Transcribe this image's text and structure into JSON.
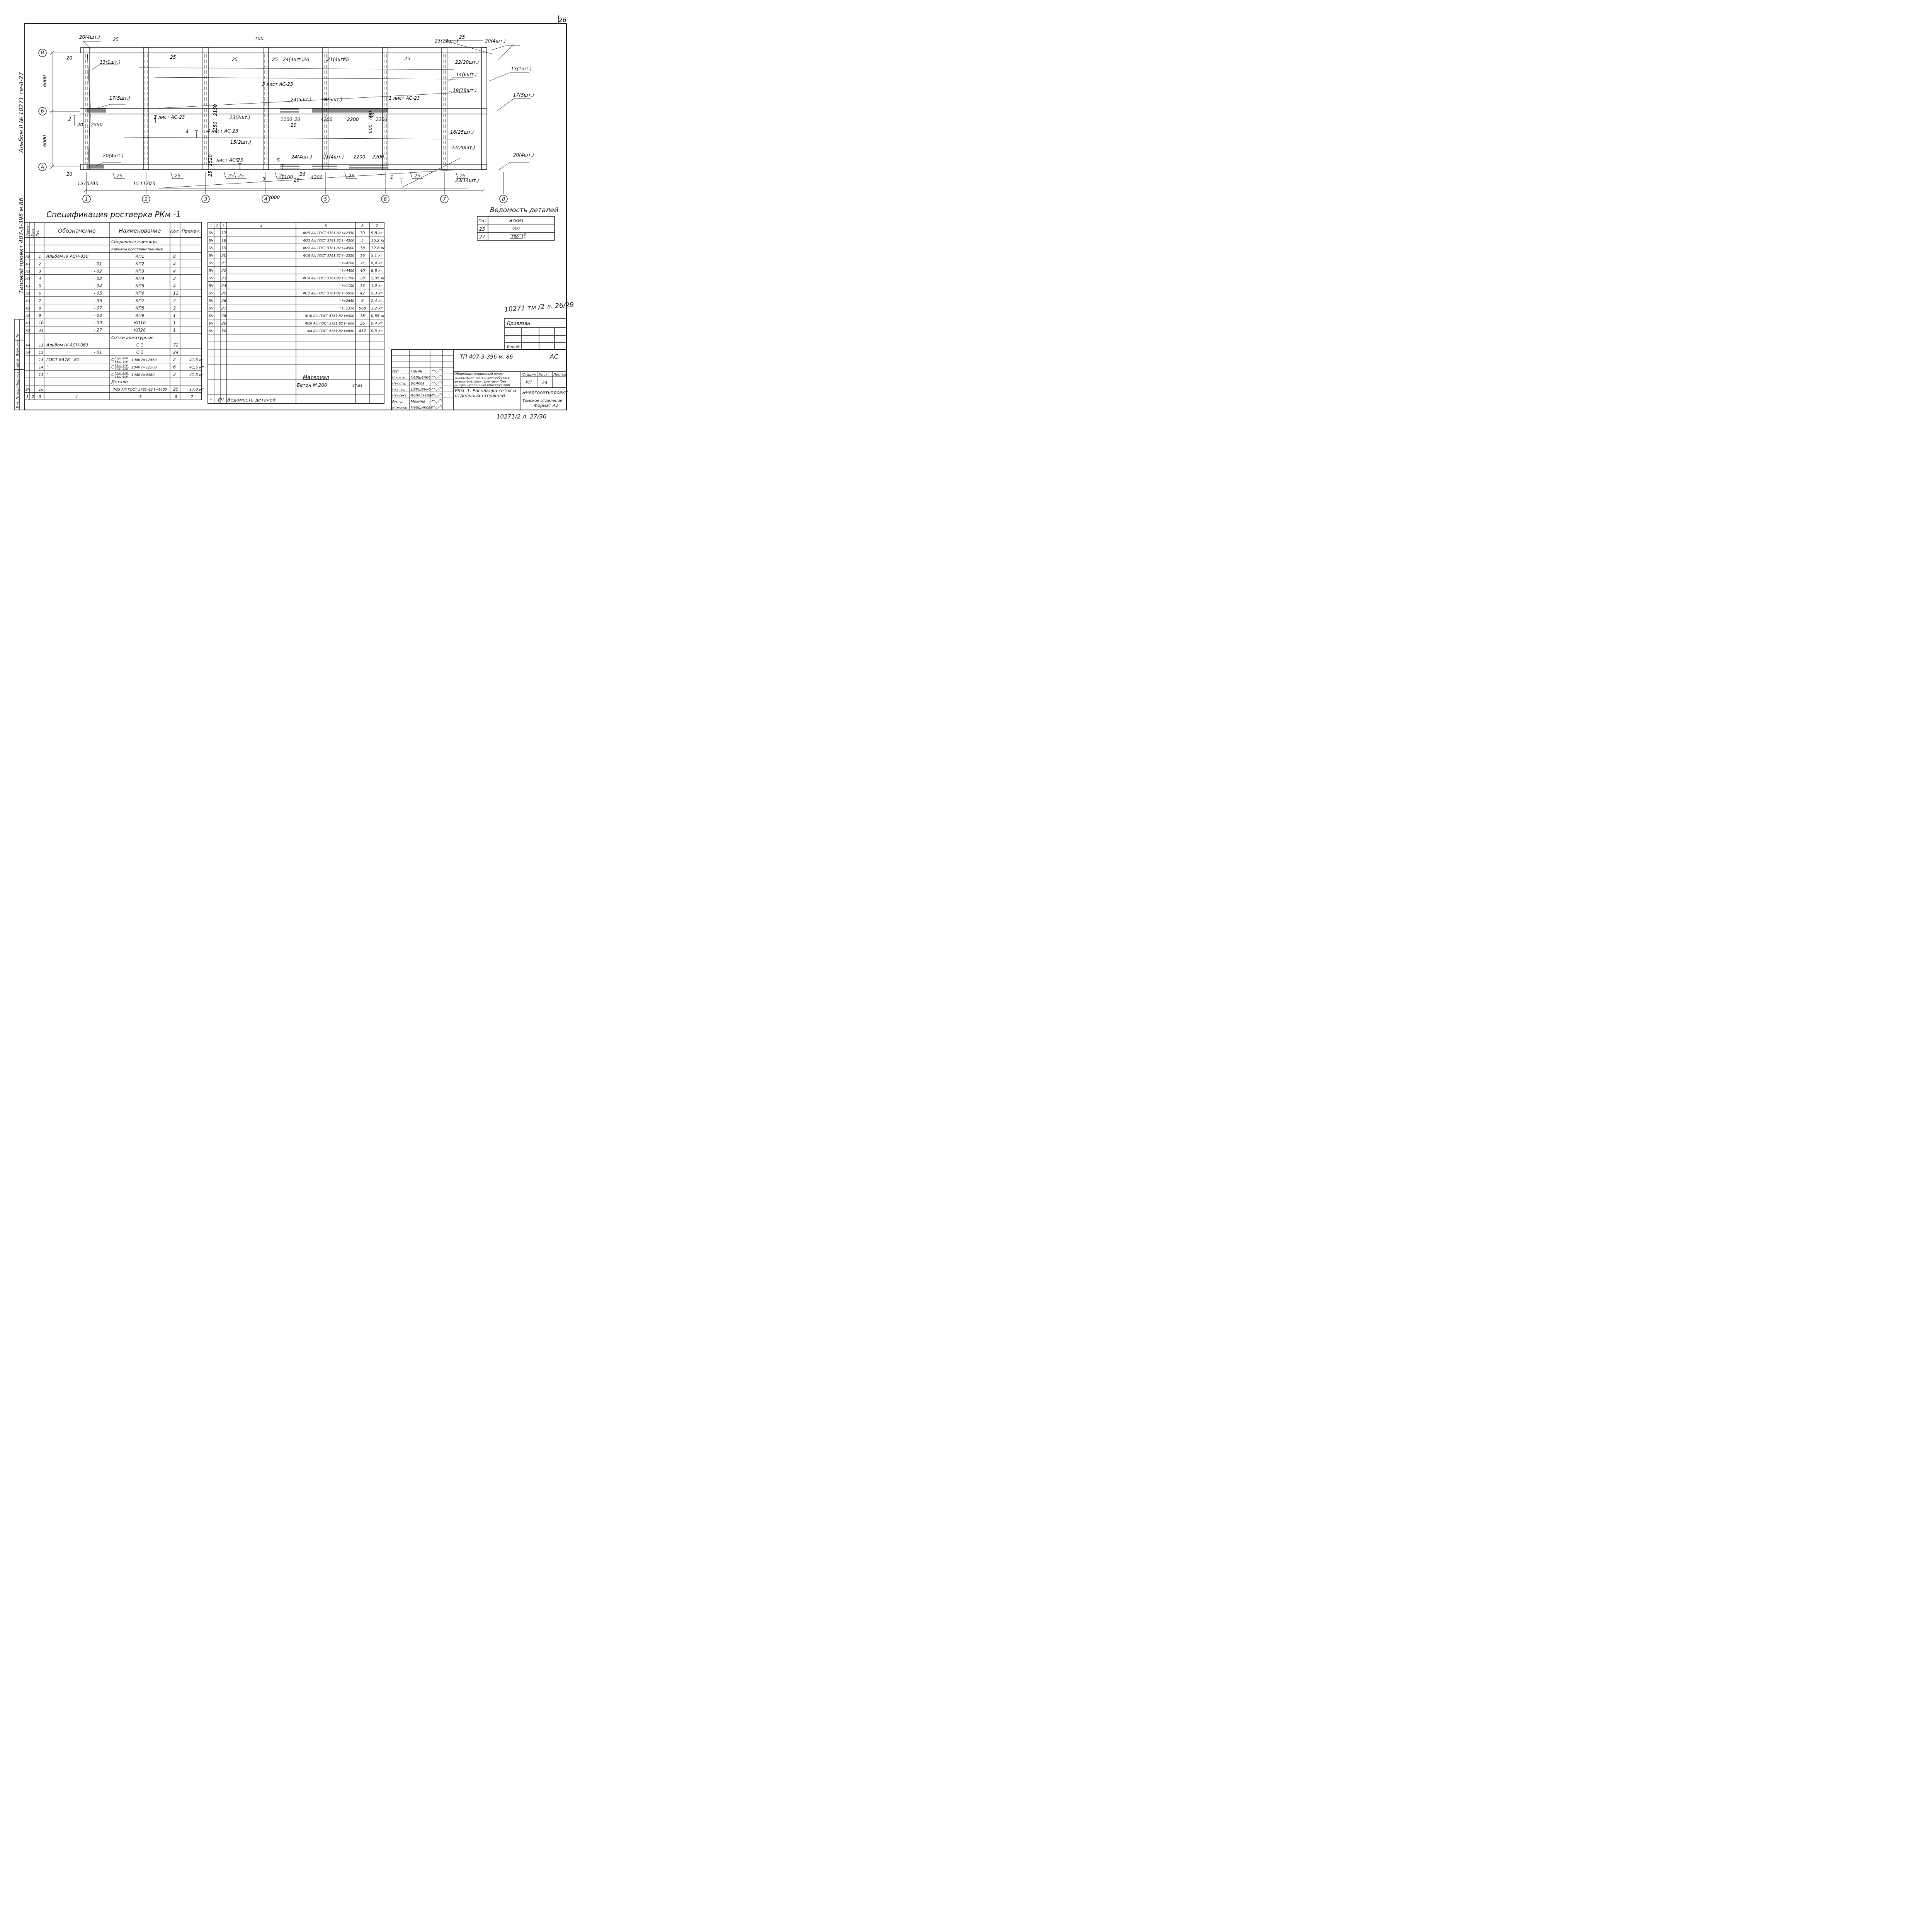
{
  "sheet_corner": "26",
  "margin_text": {
    "album": "Альбом II № 10271 тм-II-27",
    "project": "Типовой проект 407-3-396 м.86"
  },
  "plan": {
    "axes_letters": [
      "В",
      "Б",
      "А"
    ],
    "axes_numbers": [
      "1",
      "2",
      "3",
      "4",
      "5",
      "6",
      "7",
      "8"
    ],
    "span_y": [
      "6000",
      "6000"
    ],
    "total_length": "42000",
    "gaps": [
      "20",
      "20",
      "20",
      "20"
    ],
    "dims_bottom": [
      "15",
      "1020",
      "15",
      "15",
      "1170",
      "15",
      "1100",
      "20",
      "1100",
      "20",
      "26",
      "4200",
      "20"
    ],
    "dims_mid": [
      "2550",
      "1100",
      "20",
      "20",
      "4200",
      "2200",
      "2200",
      "20"
    ],
    "dims_vertical": [
      "2150",
      "2150",
      "1520",
      "25",
      "600",
      "600",
      "100"
    ],
    "callouts": [
      "20(4шт.)",
      "13(1шт.)",
      "17(5шт.)",
      "20(4шт.)",
      "25",
      "25",
      "25",
      "25",
      "24(4шт.)",
      "26",
      "21(4шт.)",
      "25",
      "25",
      "23(12шт.)",
      "25",
      "20(4шт.)",
      "22(20шт.)",
      "14(6шт.)",
      "13(1шт.)",
      "19(18шт.)",
      "17(5шт.)",
      "16(25шт.)",
      "22(20шт.)",
      "20(4шт.)",
      "23(14шт.)",
      "24(5шт.)",
      "18(5шт.)",
      "23(2шт.)",
      "15(2шт.)",
      "24(4шт.)",
      "21(4шт.)",
      "2200",
      "2200"
    ],
    "sections": [
      "2",
      "4",
      "5",
      "5",
      "3",
      "1"
    ],
    "sheet_refs": [
      "3 лист АС-23",
      "1 лист АС-23",
      "2 лист АС-23",
      "4 лист АС-23",
      "лист АС-23"
    ]
  },
  "spec": {
    "title": "Спецификация ростверка РКм -1",
    "headers": [
      "Формат",
      "Зона",
      "Поз.",
      "Обозначение",
      "Наименование",
      "Кол.",
      "Примеч."
    ],
    "rows": [
      [
        "",
        "",
        "",
        "",
        "Сборочные единицы",
        "",
        ""
      ],
      [
        "",
        "",
        "",
        "",
        "Каркасы пространственные",
        "",
        ""
      ],
      [
        "А3",
        "",
        "1",
        "Альбом IV АСН-050",
        "КП1",
        "8",
        ""
      ],
      [
        "А3",
        "",
        "2",
        "- 01",
        "КП2",
        "4",
        ""
      ],
      [
        "А3",
        "",
        "3",
        "- 02",
        "КП3",
        "4",
        ""
      ],
      [
        "А3",
        "",
        "4",
        "- 03",
        "КП4",
        "2",
        ""
      ],
      [
        "А3",
        "",
        "5",
        "- 04",
        "КП5",
        "4",
        ""
      ],
      [
        "А3",
        "",
        "6",
        "- 05",
        "КП6",
        "12",
        ""
      ],
      [
        "А3",
        "",
        "7",
        "- 06",
        "КП7",
        "2",
        ""
      ],
      [
        "А3",
        "",
        "8",
        "- 07",
        "КП8",
        "2",
        ""
      ],
      [
        "А3",
        "",
        "9",
        "- 08",
        "КП9",
        "1",
        ""
      ],
      [
        "А3",
        "",
        "10",
        "- 09",
        "КП10",
        "1",
        ""
      ],
      [
        "А3",
        "",
        "31",
        "- 27",
        "КП28",
        "1",
        ""
      ],
      [
        "",
        "",
        "",
        "",
        "Сетки арматурные",
        "",
        ""
      ],
      [
        "А4",
        "",
        "11",
        "Альбом IV АСН-063",
        "С 1",
        "72",
        ""
      ],
      [
        "А4",
        "",
        "12",
        "- 01",
        "С 2",
        "24",
        ""
      ],
      [
        "",
        "",
        "13",
        "ГОСТ 8478 - 81",
        "С 5Вр1-100/5Вр1-100 1040 ℓ=12560",
        "2",
        "41,5 кг"
      ],
      [
        "",
        "",
        "14",
        "\"",
        "С 5Вр1-100/5Вр1-100 1040 ℓ=12560",
        "6",
        "41,5 кг"
      ],
      [
        "",
        "",
        "15",
        "\"",
        "С 5Вр1-100/5Вр1-100 1040 ℓ=6380",
        "2",
        "41,5 кг"
      ],
      [
        "",
        "",
        "",
        "",
        "Детали",
        "",
        ""
      ],
      [
        "БЧ",
        "",
        "16",
        "",
        "Ф25 АIII ГОСТ 5781-82 ℓ=4400",
        "25",
        "17,0 кг"
      ]
    ],
    "footer": [
      "1",
      "2",
      "3",
      "4",
      "5",
      "6",
      "7"
    ]
  },
  "spec2": {
    "headers": [
      "1",
      "2",
      "3",
      "4",
      "5",
      "6",
      "7"
    ],
    "rows": [
      [
        "БЧ",
        "",
        "17",
        "",
        "Ф25 АIII ГОСТ 5781-82 ℓ=2550",
        "10",
        "9,8 кг"
      ],
      [
        "БЧ",
        "",
        "18",
        "",
        "Ф25 АIII ГОСТ 5781-82 ℓ=4200",
        "5",
        "16,2 кг"
      ],
      [
        "БЧ",
        "",
        "19",
        "",
        "Ф22 АIII ГОСТ 5781-82 ℓ=4500",
        "18",
        "12,8 кг"
      ],
      [
        "БЧ",
        "",
        "20",
        "",
        "Ф18 АIII ГОСТ 5781-82 ℓ=2550",
        "16",
        "5,1 кг"
      ],
      [
        "БЧ",
        "",
        "21",
        "",
        "\" ℓ=4200",
        "8",
        "8,4 кг"
      ],
      [
        "БЧ",
        "",
        "22",
        "",
        "\" ℓ=4400",
        "40",
        "8,8 кг"
      ],
      [
        "БЧ",
        "",
        "23",
        "",
        "Ф14 АIII ГОСТ 5781-82 ℓ=1700",
        "28",
        "2,05 кг"
      ],
      [
        "БЧ",
        "",
        "24",
        "",
        "\" ℓ=1100",
        "13",
        "1,3 кг"
      ],
      [
        "БЧ",
        "",
        "25",
        "",
        "Ф12 АIII ГОСТ 5781-82 ℓ=5950",
        "42",
        "5,3 кг"
      ],
      [
        "БЧ",
        "",
        "26",
        "",
        "\" ℓ=2650",
        "6",
        "2,4 кг."
      ],
      [
        "БЧ",
        "",
        "27",
        "",
        "\" ℓ=1370",
        "568",
        "1,2 кг"
      ],
      [
        "БЧ",
        "",
        "28",
        "",
        "Ф10 АIII ГОСТ 5781-82 ℓ=900",
        "18",
        "0,55 кг"
      ],
      [
        "БЧ",
        "",
        "29",
        "",
        "Ф10 АIII ГОСТ 5781-82 ℓ=600",
        "26",
        "0,4 кг"
      ],
      [
        "БЧ",
        "",
        "30",
        "",
        "Ф8 АIII ГОСТ 5781-82 ℓ=680",
        "432",
        "0,3 кг"
      ]
    ],
    "material_title": "Материал",
    "material": [
      "Бетон М 200",
      "67,64"
    ],
    "footer_marker": "*",
    "footer_code": "БЧ",
    "footer_text": "Ведомость деталей."
  },
  "details": {
    "title": "Ведомость деталей",
    "headers": [
      "Поз.",
      "Эскиз"
    ],
    "rows": [
      [
        "23",
        "600"
      ],
      [
        "27",
        "550",
        "270"
      ]
    ]
  },
  "handwritten_ref": "10271 тм /2 л. 26/29",
  "bottom_ref": "10271/2 л. 27/30",
  "privyazan": "Привязан",
  "inv_label": "Инв. №",
  "left_stamp": [
    "Инв. № подл.",
    "Подпись и дата",
    "Взам. инв. №"
  ],
  "title_block": {
    "code": "ТП 407-3-396 м. 86",
    "mark": "АС",
    "object": "Общеподстанционный пункт управления типа II для работы с вечномерзлыми грунтами (без унифицированных конструкций)",
    "stage_label": "Стадия",
    "stage": "РП",
    "sheet_label": "Лист",
    "sheet": "24",
    "sheets_label": "Листов",
    "drawing": "РКм -1. Раскладка сеток и отдельных стержней.",
    "org": "Энергосетьпроект",
    "branch": "Томское отделение",
    "people": [
      [
        "ГИП",
        "Гонин"
      ],
      [
        "Н.контр",
        "Серщенко"
      ],
      [
        "Нач.отд.",
        "Волков"
      ],
      [
        "Гл.спец.",
        "Дерщенко"
      ],
      [
        "Нач.сект.",
        "Королькова"
      ],
      [
        "Рук.гр.",
        "Мохина"
      ],
      [
        "Инженер",
        "Першикова"
      ]
    ]
  },
  "format": "Формат А2"
}
